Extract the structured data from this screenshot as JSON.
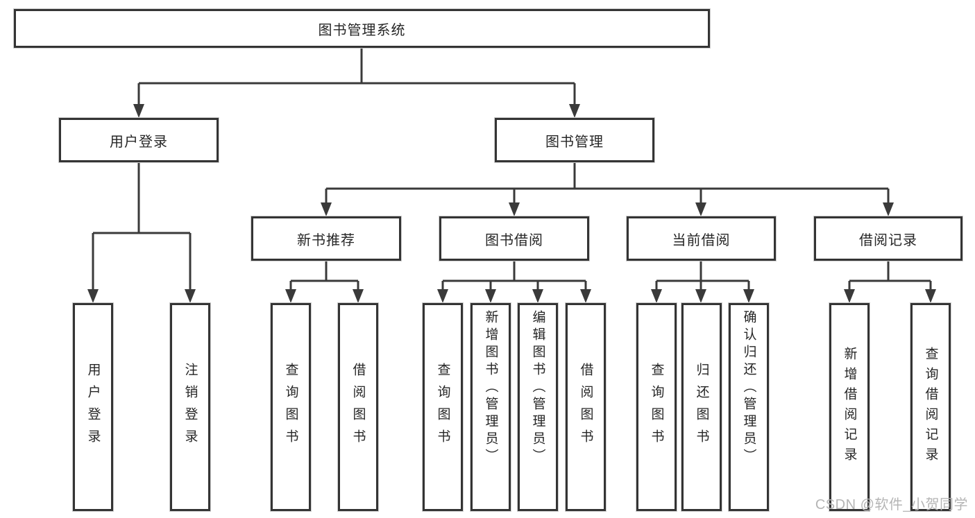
{
  "tree": {
    "root": "图书管理系统",
    "children": [
      {
        "label": "用户登录",
        "children": [
          "用户登录",
          "注销登录"
        ]
      },
      {
        "label": "图书管理",
        "children": [
          {
            "label": "新书推荐",
            "children": [
              "查询图书",
              "借阅图书"
            ]
          },
          {
            "label": "图书借阅",
            "children": [
              "查询图书",
              "新增图书（管理员）",
              "编辑图书（管理员）",
              "借阅图书"
            ]
          },
          {
            "label": "当前借阅",
            "children": [
              "查询图书",
              "归还图书",
              "确认归还（管理员）"
            ]
          },
          {
            "label": "借阅记录",
            "children": [
              "新增借阅记录",
              "查询借阅记录"
            ]
          }
        ]
      }
    ]
  },
  "watermark": {
    "text": "CSDN @软件_小贺同学"
  },
  "colors": {
    "line": "#3a3a3a",
    "box_border": "#343434",
    "text": "#262626",
    "watermark": "#b5b5b5",
    "background": "#ffffff"
  }
}
